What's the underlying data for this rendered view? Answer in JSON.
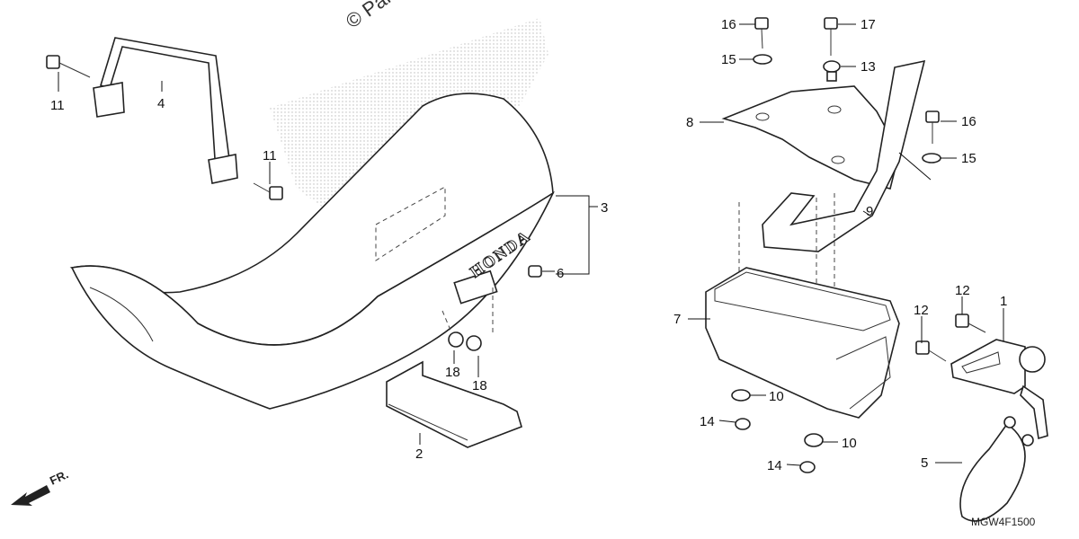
{
  "watermark": "© Par",
  "diagram_code": "MGW4F1500",
  "direction_label": "FR.",
  "seat_brand": "HONDA",
  "callouts": {
    "c1": "1",
    "c2": "2",
    "c3": "3",
    "c4": "4",
    "c5": "5",
    "c6": "6",
    "c7": "7",
    "c8": "8",
    "c9": "9",
    "c10a": "10",
    "c10b": "10",
    "c11a": "11",
    "c11b": "11",
    "c12a": "12",
    "c12b": "12",
    "c13": "13",
    "c14a": "14",
    "c14b": "14",
    "c15a": "15",
    "c15b": "15",
    "c16a": "16",
    "c16b": "16",
    "c17": "17",
    "c18a": "18",
    "c18b": "18"
  }
}
